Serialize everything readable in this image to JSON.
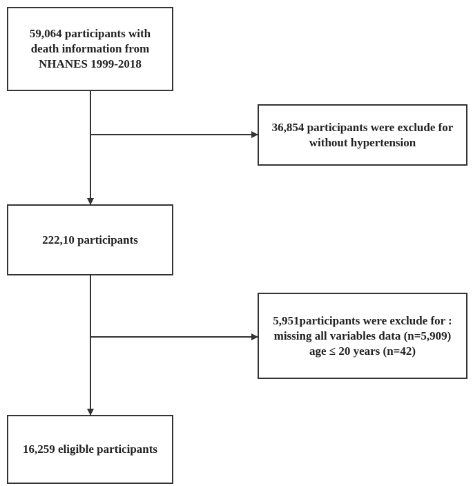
{
  "boxes": {
    "source": {
      "lines": [
        "59,064 participants with",
        "death information from",
        "NHANES 1999-2018"
      ]
    },
    "exclusion_1": {
      "lines": [
        "36,854 participants were exclude for",
        "without hypertension"
      ]
    },
    "intermediate": {
      "lines": [
        "222,10 participants"
      ]
    },
    "exclusion_2": {
      "lines": [
        "5,951participants were exclude for :",
        "missing all variables data (n=5,909)",
        "age ≤ 20 years (n=42)"
      ]
    },
    "final": {
      "lines": [
        "16,259 eligible participants"
      ]
    }
  },
  "colors": {
    "line": "#333333",
    "border": "#333333",
    "text": "#222222"
  }
}
